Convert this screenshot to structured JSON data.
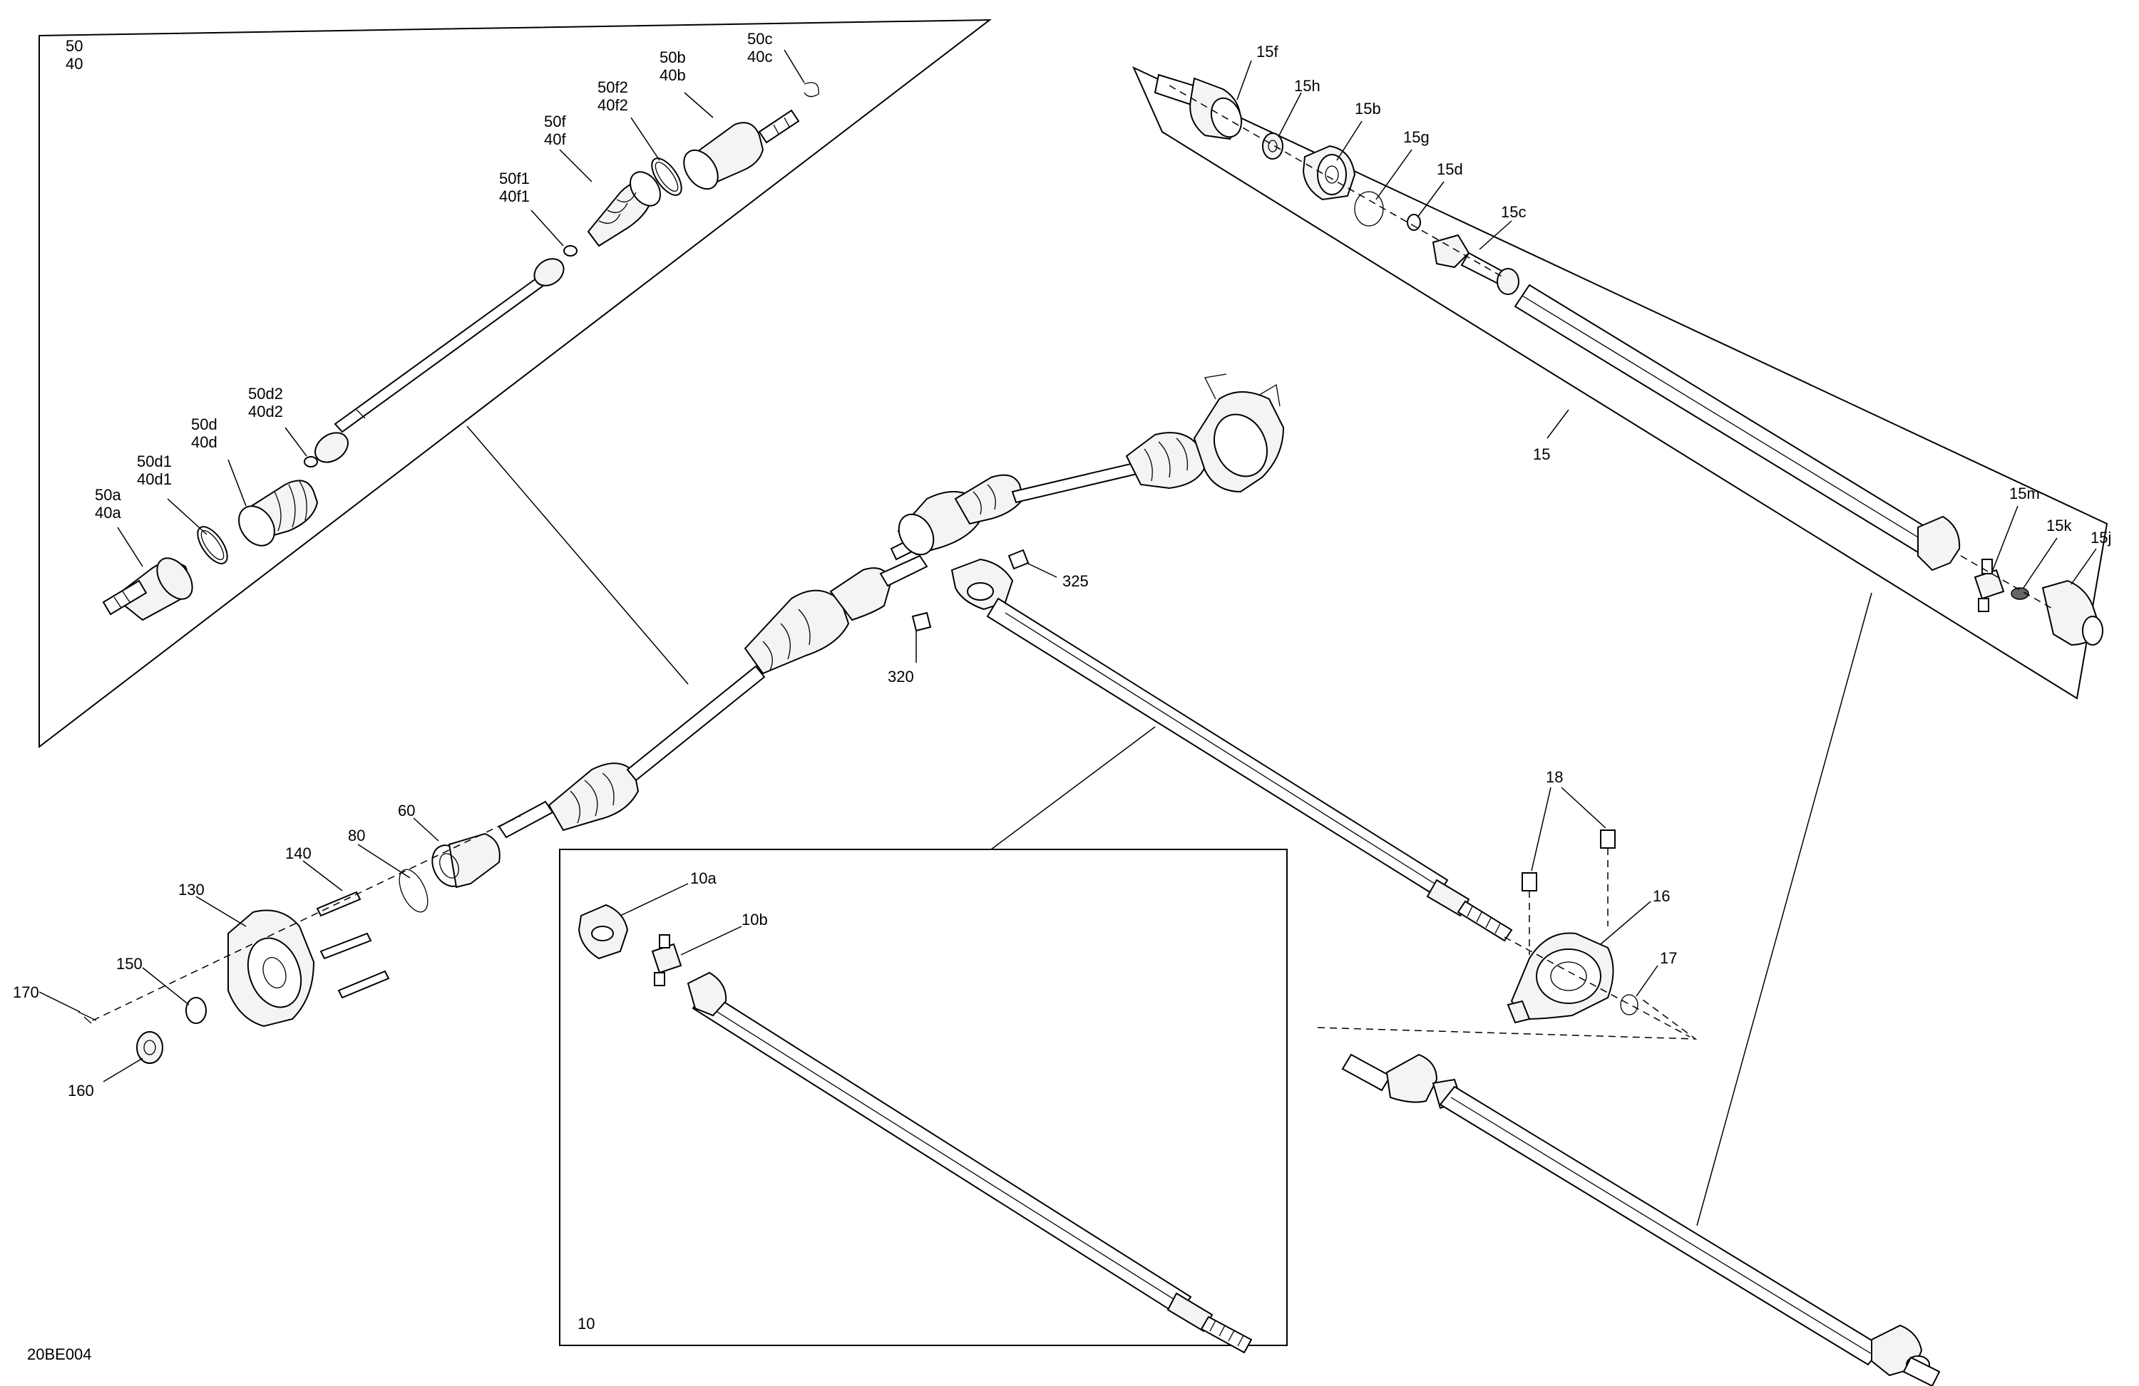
{
  "drawing_code": "20BE004",
  "detail_front_driveshaft": {
    "number": "10"
  },
  "detail_cv_shaft": {
    "numbers": [
      "50",
      "40"
    ]
  },
  "labels": {
    "l_50c": [
      "50c",
      "40c"
    ],
    "l_50b": [
      "50b",
      "40b"
    ],
    "l_50f2": [
      "50f2",
      "40f2"
    ],
    "l_50f": [
      "50f",
      "40f"
    ],
    "l_50f1": [
      "50f1",
      "40f1"
    ],
    "l_50d2": [
      "50d2",
      "40d2"
    ],
    "l_50d": [
      "50d",
      "40d"
    ],
    "l_50d1": [
      "50d1",
      "40d1"
    ],
    "l_50a": [
      "50a",
      "40a"
    ],
    "l_15f": [
      "15f"
    ],
    "l_15h": [
      "15h"
    ],
    "l_15b": [
      "15b"
    ],
    "l_15g": [
      "15g"
    ],
    "l_15d": [
      "15d"
    ],
    "l_15c": [
      "15c"
    ],
    "l_15": [
      "15"
    ],
    "l_15m": [
      "15m"
    ],
    "l_15k": [
      "15k"
    ],
    "l_15j": [
      "15j"
    ],
    "l_325": [
      "325"
    ],
    "l_320": [
      "320"
    ],
    "l_60": [
      "60"
    ],
    "l_80": [
      "80"
    ],
    "l_140": [
      "140"
    ],
    "l_130": [
      "130"
    ],
    "l_150": [
      "150"
    ],
    "l_170": [
      "170"
    ],
    "l_160": [
      "160"
    ],
    "l_10a": [
      "10a"
    ],
    "l_10b": [
      "10b"
    ],
    "l_18": [
      "18"
    ],
    "l_16": [
      "16"
    ],
    "l_17": [
      "17"
    ]
  }
}
